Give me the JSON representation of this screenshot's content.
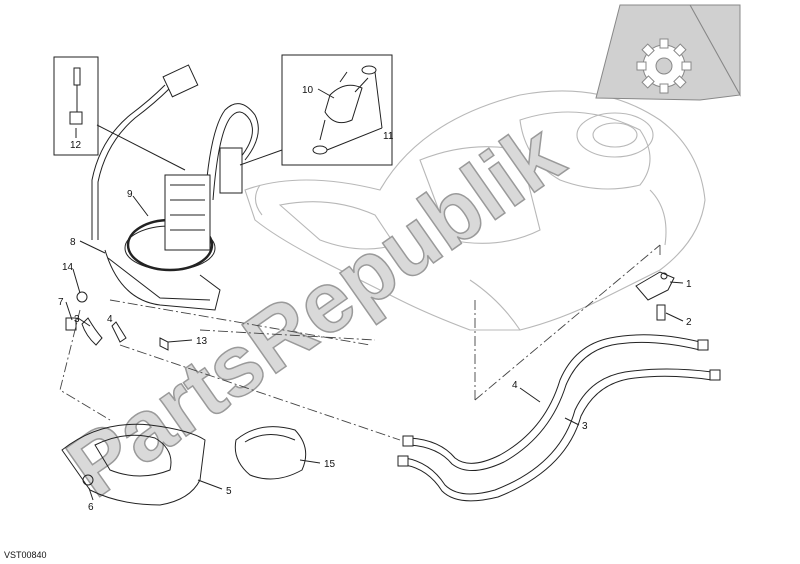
{
  "diagram": {
    "code": "VST00840",
    "watermark": "PartsRepublik",
    "colors": {
      "watermark_fill": "#d9d9d9",
      "watermark_stroke": "#9a9a9a",
      "line": "#222222",
      "ghost": "#b8b8b8"
    },
    "icons": [
      "gear-icon"
    ],
    "callouts": [
      {
        "id": "1",
        "text": "1"
      },
      {
        "id": "2",
        "text": "2"
      },
      {
        "id": "3a",
        "text": "3"
      },
      {
        "id": "3b",
        "text": "3"
      },
      {
        "id": "4a",
        "text": "4"
      },
      {
        "id": "4b",
        "text": "4"
      },
      {
        "id": "5",
        "text": "5"
      },
      {
        "id": "6",
        "text": "6"
      },
      {
        "id": "7",
        "text": "7"
      },
      {
        "id": "8",
        "text": "8"
      },
      {
        "id": "9",
        "text": "9"
      },
      {
        "id": "10",
        "text": "10"
      },
      {
        "id": "11",
        "text": "11"
      },
      {
        "id": "12",
        "text": "12"
      },
      {
        "id": "13",
        "text": "13"
      },
      {
        "id": "14",
        "text": "14"
      },
      {
        "id": "15",
        "text": "15"
      }
    ]
  }
}
